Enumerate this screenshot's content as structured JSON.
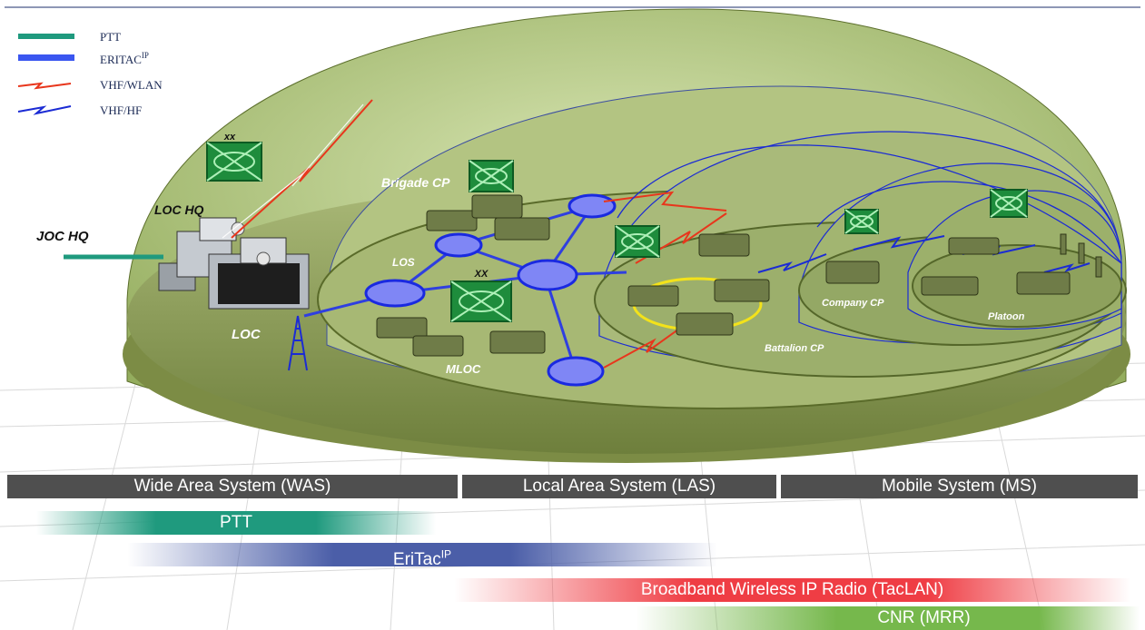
{
  "legend": [
    {
      "label": "PTT",
      "sup": ""
    },
    {
      "label": "ERITAC",
      "sup": "IP"
    },
    {
      "label": "VHF/WLAN",
      "sup": ""
    },
    {
      "label": "VHF/HF",
      "sup": ""
    }
  ],
  "labels": {
    "xx_top": "xx",
    "loc_hq": "LOC HQ",
    "joc_hq": "JOC HQ",
    "loc": "LOC",
    "brigade_cp": "Brigade CP",
    "los": "LOS",
    "xx_mid": "XX",
    "mloc": "MLOC",
    "battalion_cp": "Battalion CP",
    "company_cp": "Company CP",
    "platoon": "Platoon"
  },
  "systems": {
    "was": "Wide Area System (WAS)",
    "las": "Local Area System (LAS)",
    "ms": "Mobile System (MS)"
  },
  "bands": {
    "ptt": "PTT",
    "eritac": "EriTac",
    "eritac_sup": "IP",
    "tacLAN": "Broadband Wireless IP Radio (TacLAN)",
    "cnr": "CNR (MRR)"
  },
  "colors": {
    "ptt": "#1f9a7e",
    "eritac": "#4b5ea8",
    "vhf_wlan": "#e8361c",
    "vhf_hf": "#1b2bd4",
    "broadband": "#e8242a",
    "cnr": "#6fb547",
    "system_bar": "#4f4f4f"
  }
}
